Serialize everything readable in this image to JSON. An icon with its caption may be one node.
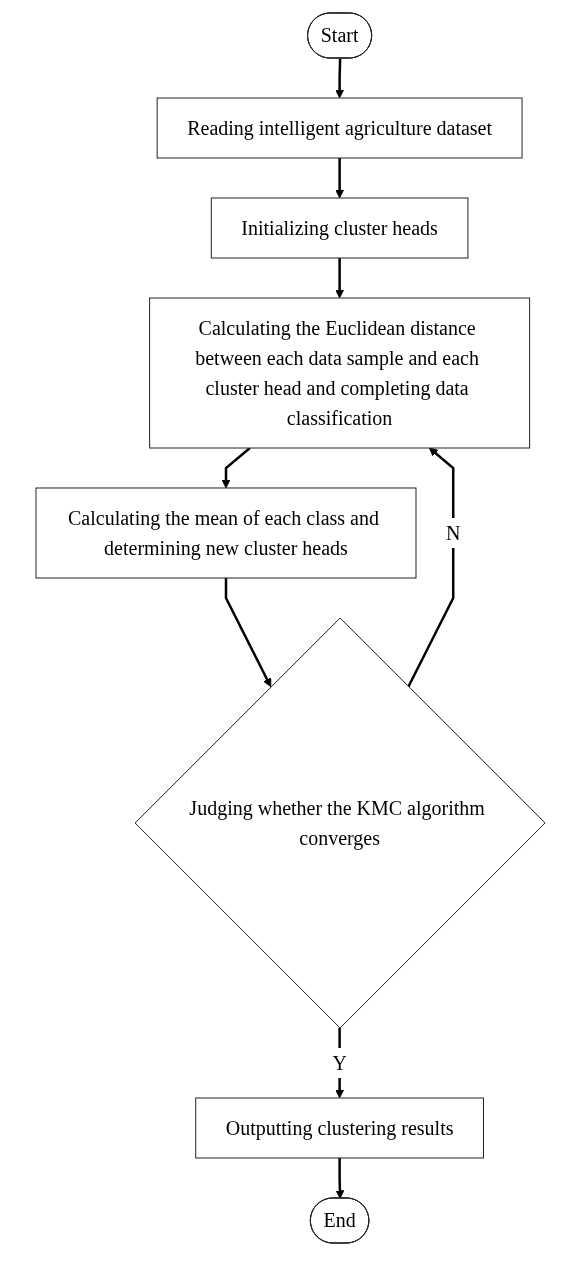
{
  "diagram": {
    "nodes": [
      {
        "text": [
          "Start"
        ]
      },
      {
        "text": [
          "Reading intelligent agriculture dataset"
        ]
      },
      {
        "text": [
          "Initializing cluster heads"
        ]
      },
      {
        "text": [
          "Calculating the Euclidean distance between each data sample and each cluster head and completing data classification"
        ]
      },
      {
        "text": [
          "Calculating the mean of each class and determining new cluster heads"
        ]
      },
      {
        "text": [
          "Judging whether the KMC algorithm converges"
        ]
      },
      {
        "text": [
          "Outputting clustering results"
        ]
      },
      {
        "text": [
          "End"
        ]
      }
    ],
    "edges": [
      {
        "from": 0,
        "to": 1,
        "arrow": "to"
      },
      {
        "from": 1,
        "to": 2,
        "arrow": "to"
      },
      {
        "from": 2,
        "to": 3,
        "arrow": "to"
      },
      {
        "from": 3,
        "to": 4,
        "arrow": "to"
      },
      {
        "from": 4,
        "to": 5,
        "arrow": "to"
      },
      {
        "from": 5,
        "to": 3,
        "label": "N",
        "arrow": "to"
      },
      {
        "from": 5,
        "to": 6,
        "label": "Y",
        "arrow": "to"
      },
      {
        "from": 6,
        "to": 7,
        "arrow": "to"
      }
    ]
  }
}
